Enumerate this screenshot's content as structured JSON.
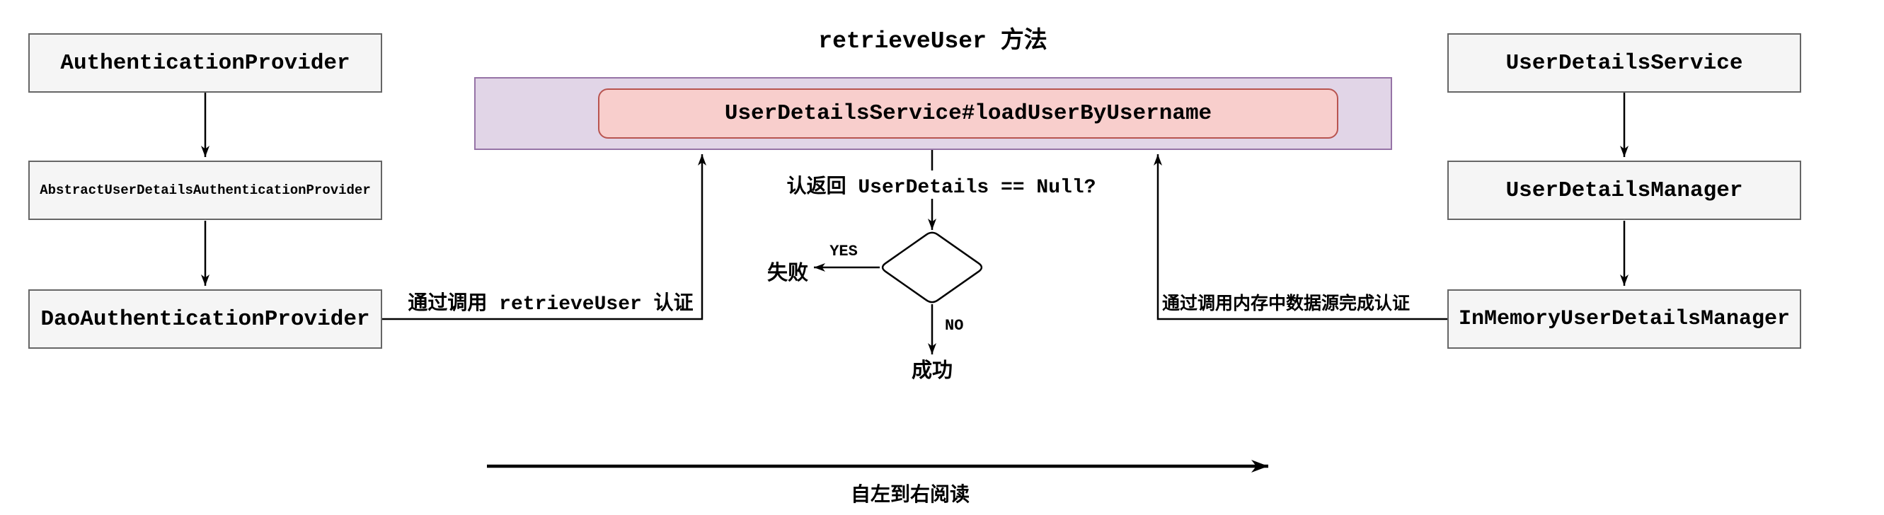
{
  "colors": {
    "background": "#ffffff",
    "text": "#000000",
    "line": "#000000",
    "node-fill": "#f5f5f5",
    "node-border": "#666666",
    "container-fill": "#e1d5e7",
    "container-border": "#9673a6",
    "method-fill": "#f8cecc",
    "method-border": "#b85450"
  },
  "title": "retrieveUser 方法",
  "left_column": {
    "items": [
      {
        "label": "AuthenticationProvider"
      },
      {
        "label": "AbstractUserDetailsAuthenticationProvider"
      },
      {
        "label": "DaoAuthenticationProvider"
      }
    ]
  },
  "right_column": {
    "items": [
      {
        "label": "UserDetailsService"
      },
      {
        "label": "UserDetailsManager"
      },
      {
        "label": "InMemoryUserDetailsManager"
      }
    ]
  },
  "retrieve_user_container": {
    "method_label": "UserDetailsService#loadUserByUsername"
  },
  "decision": {
    "question": "认返回 UserDetails == Null?",
    "yes_label": "YES",
    "no_label": "NO",
    "fail_label": "失败",
    "success_label": "成功"
  },
  "edge_labels": {
    "dao_to_method": "通过调用 retrieveUser 认证",
    "inmemory_to_method": "通过调用内存中数据源完成认证"
  },
  "footer": {
    "reading_direction": "自左到右阅读"
  }
}
